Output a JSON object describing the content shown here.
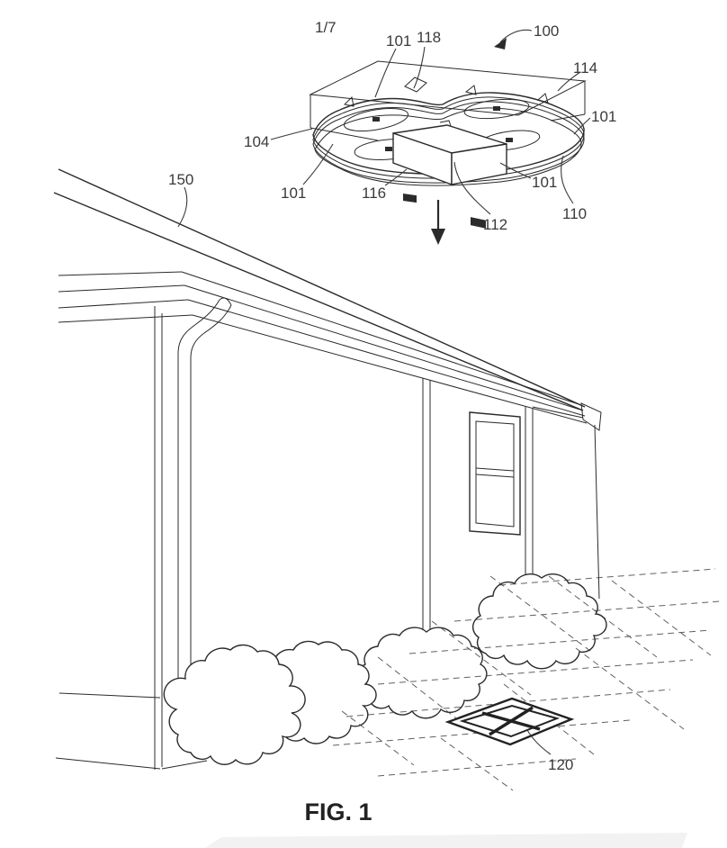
{
  "page": {
    "sheet_label": "1/7",
    "figure_label": "FIG. 1"
  },
  "colors": {
    "ink": "#2b2b2b",
    "label_ink": "#3a3a3a",
    "background": "#ffffff",
    "page_edge_shadow": "#f2f2f2"
  },
  "reference_labels": {
    "r100": "100",
    "r101_top": "101",
    "r118": "118",
    "r114": "114",
    "r101_right": "101",
    "r104": "104",
    "r101_lower_left": "101",
    "r116": "116",
    "r112": "112",
    "r101_lower_right": "101",
    "r110": "110",
    "r150": "150",
    "r120": "120"
  }
}
